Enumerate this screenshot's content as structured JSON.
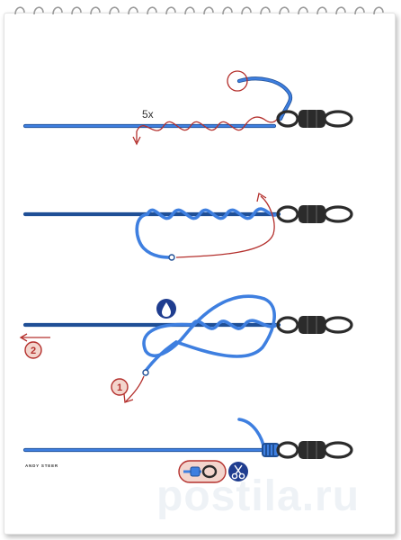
{
  "diagram": {
    "turns_label": "5x",
    "step_one": "1",
    "step_two": "2",
    "credit": "ANDY STEER",
    "colors": {
      "line": "#3e7fe0",
      "line_dark": "#1f4f96",
      "tag_line": "#b4302d",
      "badge_fill": "#f3d5cd",
      "badge_stroke": "#b4302d",
      "swivel": "#2b2b2b",
      "drop_badge": "#1f3d8f"
    },
    "icons": [
      "wet-knot-icon",
      "scissors-icon",
      "knot-detail-icon"
    ]
  },
  "watermark": "postila.ru"
}
